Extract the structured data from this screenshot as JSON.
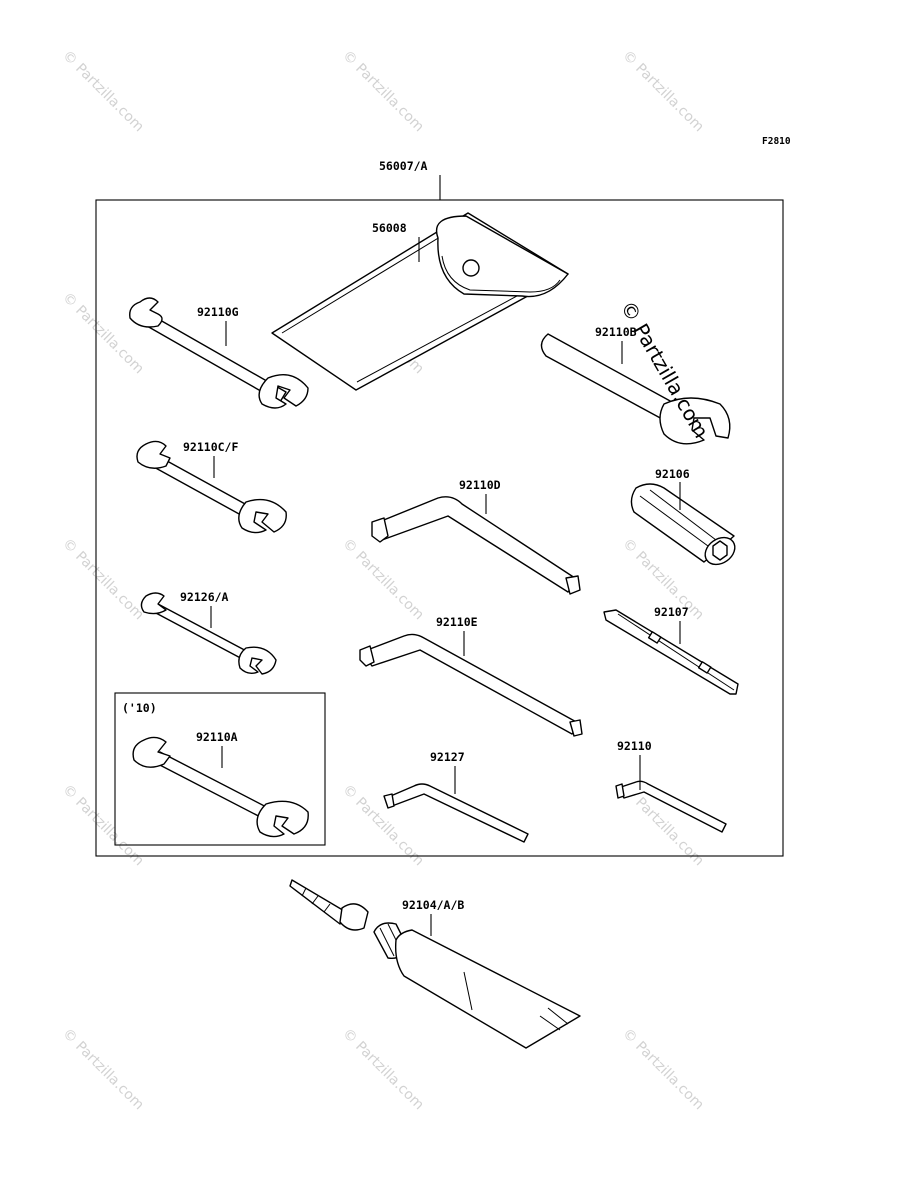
{
  "figure_code": "F2810",
  "watermark": {
    "copyright_symbol": "©",
    "text": "Partzilla.com"
  },
  "group_label": "('10)",
  "parts": {
    "kit": "56007/A",
    "bag": "56008",
    "wrench_g": "92110G",
    "wrench_b": "92110B",
    "wrench_cf": "92110C/F",
    "hex_d": "92110D",
    "socket": "92106",
    "wrench_126": "92126/A",
    "hex_e": "92110E",
    "screwdriver": "92107",
    "wrench_a": "92110A",
    "hex_127": "92127",
    "hex_110": "92110",
    "grease": "92104/A/B"
  }
}
